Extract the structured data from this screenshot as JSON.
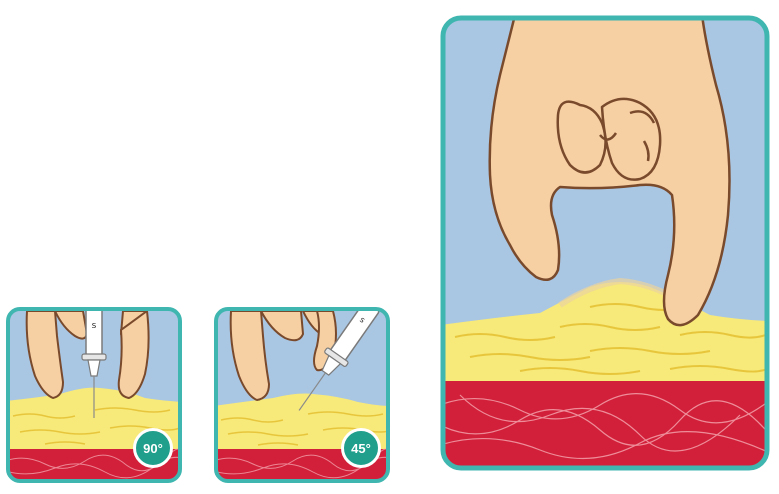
{
  "panels": [
    {
      "id": "injection-90",
      "angle_label": "90°"
    },
    {
      "id": "injection-45",
      "angle_label": "45°"
    },
    {
      "id": "skin-pinch"
    }
  ],
  "colors": {
    "frame": "#3fb6b0",
    "sky": "#a9c6e3",
    "skin": "#f6cfa3",
    "outline": "#7a4a2c",
    "fat": "#f7e97a",
    "fat_line": "#e7c63c",
    "muscle": "#d2203a",
    "badge": "#1f9f8c",
    "badge_text": "#ffffff"
  },
  "icons": [
    "syringe-icon",
    "hand-icon"
  ]
}
